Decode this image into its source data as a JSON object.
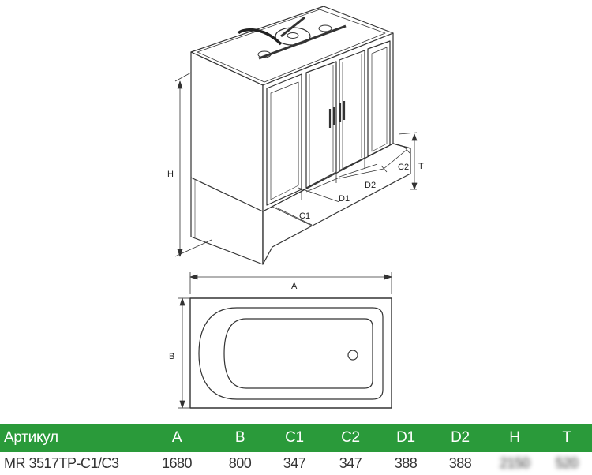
{
  "diagram_labels": {
    "H": "H",
    "T": "T",
    "C1": "C1",
    "C2": "C2",
    "D1": "D1",
    "D2": "D2",
    "A": "A",
    "B": "B"
  },
  "table": {
    "headers": [
      "Артикул",
      "A",
      "B",
      "C1",
      "C2",
      "D1",
      "D2",
      "H",
      "T"
    ],
    "rows": [
      [
        "MR 3517TP-C1/C3",
        "1680",
        "800",
        "347",
        "347",
        "388",
        "388",
        "2150",
        "520"
      ]
    ]
  },
  "colors": {
    "header_bg": "#2a9a3a",
    "line": "#333333"
  }
}
